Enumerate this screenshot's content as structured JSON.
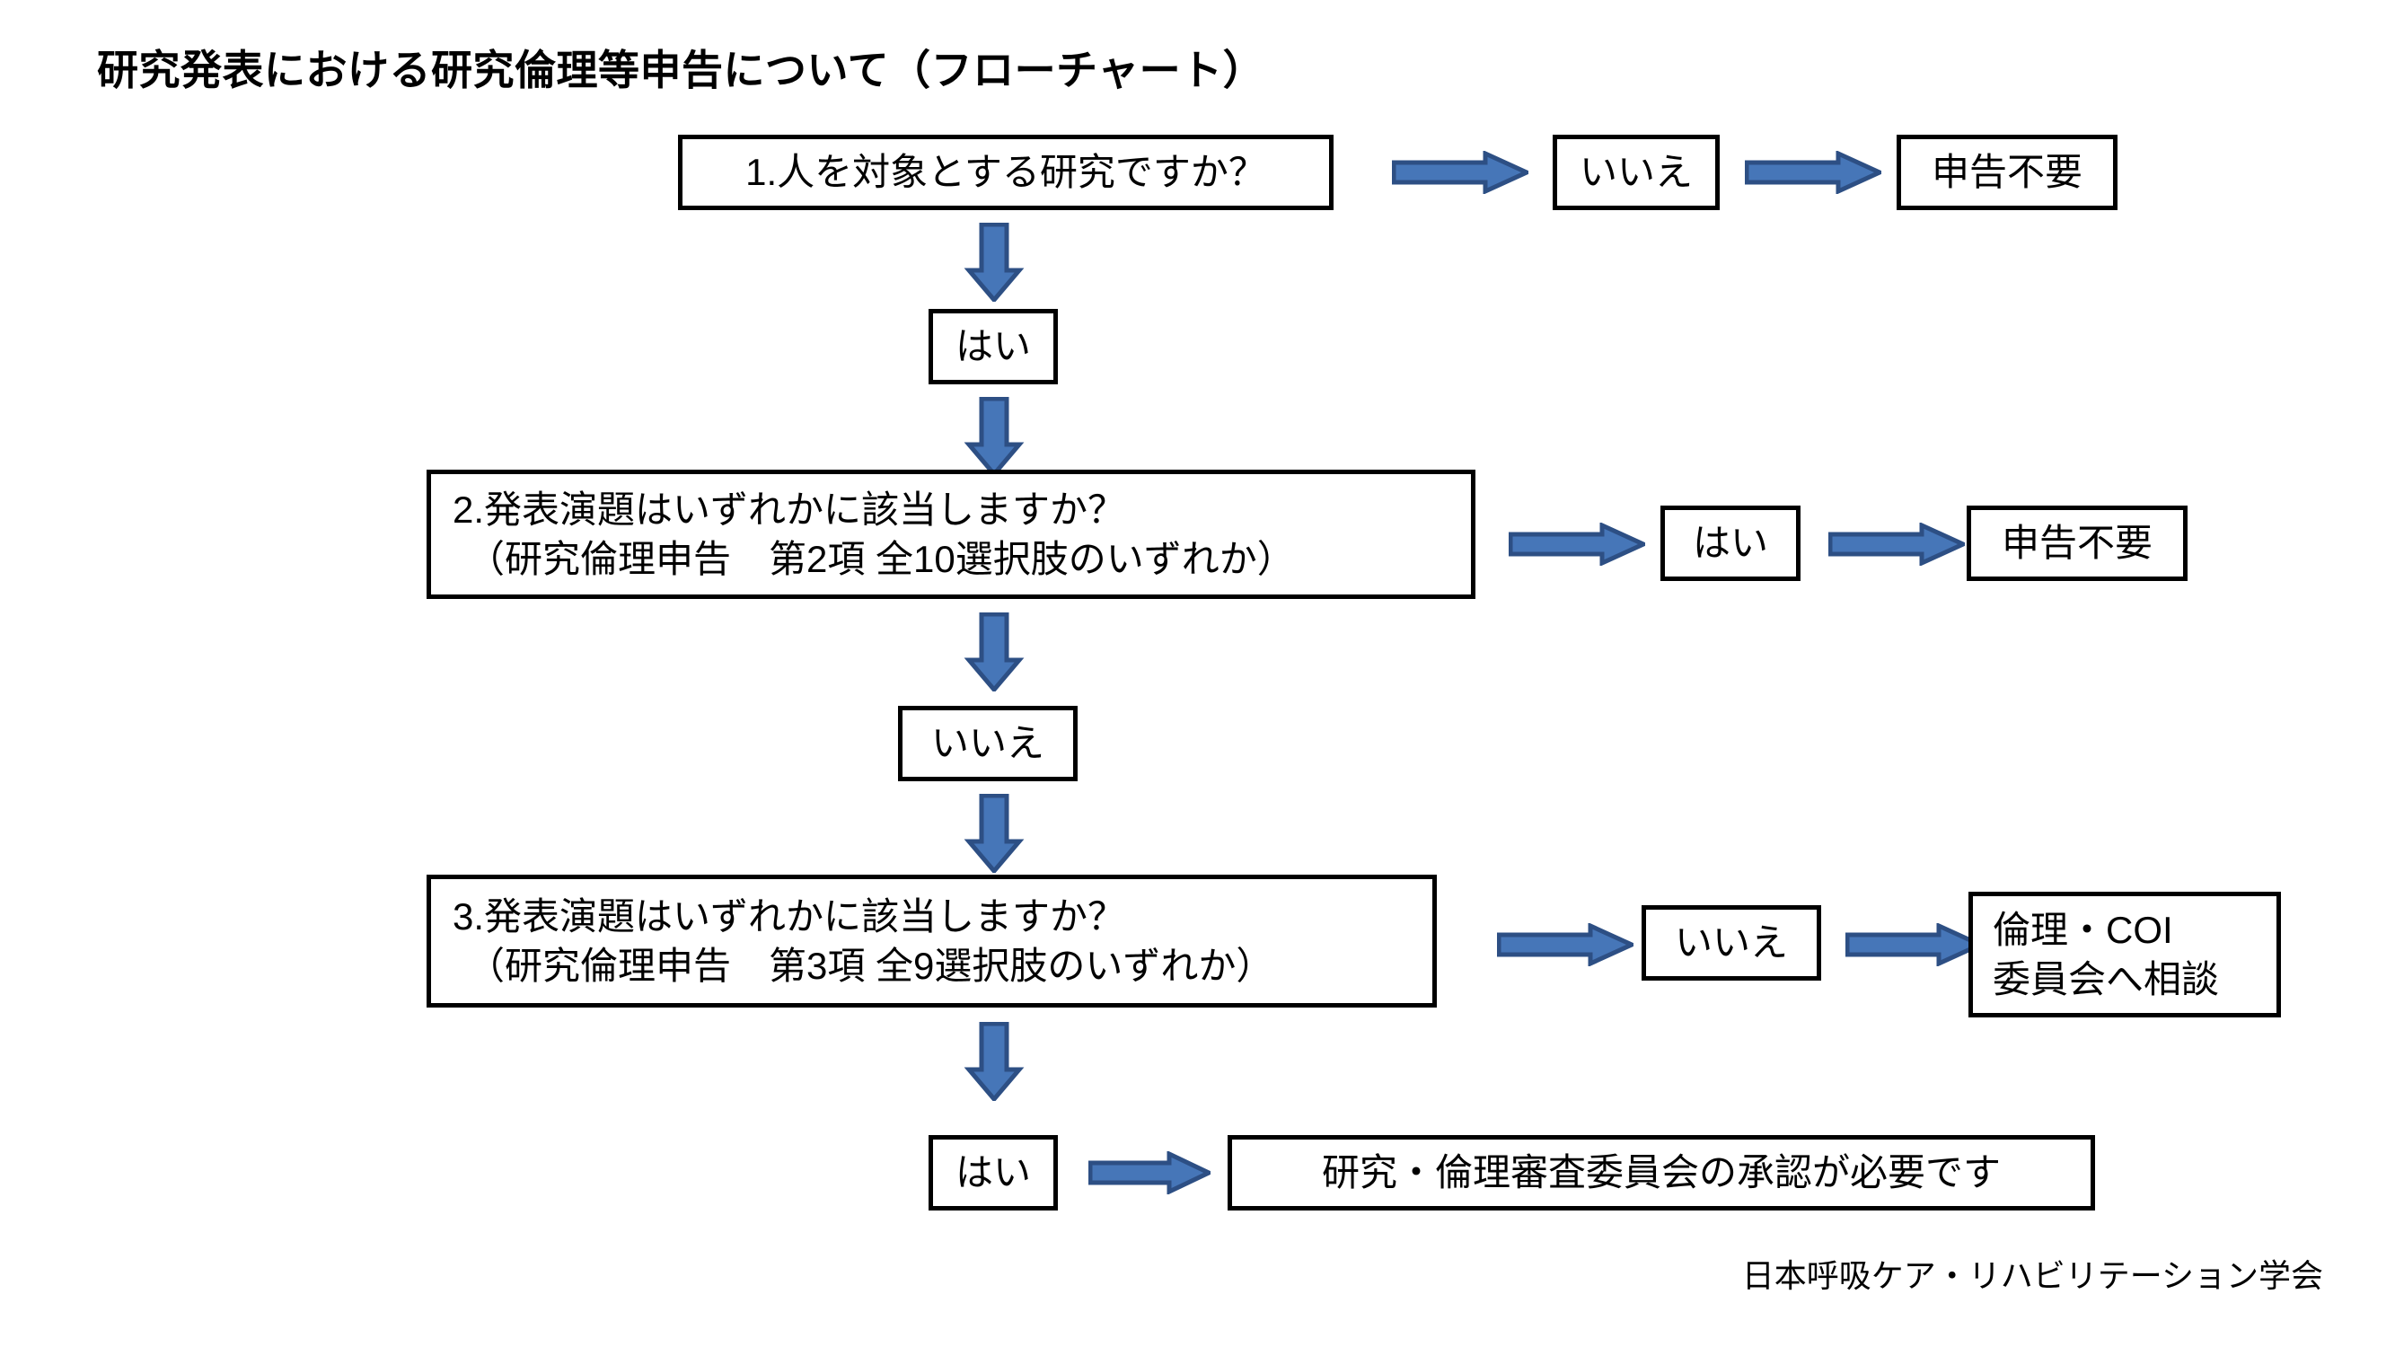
{
  "page": {
    "title": "研究発表における研究倫理等申告について（フローチャート）",
    "footer": "日本呼吸ケア・リハビリテーション学会",
    "background": "#ffffff",
    "box_border_color": "#000000",
    "arrow_fill": "#4676b8",
    "arrow_stroke": "#2d4f84"
  },
  "flowchart": {
    "type": "flowchart",
    "nodes": {
      "q1": {
        "label": "1.人を対象とする研究ですか？"
      },
      "no1": {
        "label": "いいえ"
      },
      "none1": {
        "label": "申告不要"
      },
      "yes1": {
        "label": "はい"
      },
      "q2": {
        "line1": "2.発表演題はいずれかに該当しますか？",
        "line2": "（研究倫理申告　第2項 全10選択肢のいずれか）"
      },
      "yes2": {
        "label": "はい"
      },
      "none2": {
        "label": "申告不要"
      },
      "no2": {
        "label": "いいえ"
      },
      "q3": {
        "line1": "3.発表演題はいずれかに該当しますか？",
        "line2": "（研究倫理申告　第3項 全9選択肢のいずれか）"
      },
      "no3": {
        "label": "いいえ"
      },
      "coi": {
        "line1": "倫理・COI",
        "line2": "委員会へ相談"
      },
      "yes3": {
        "label": "はい"
      },
      "approve": {
        "label": "研究・倫理審査委員会の承認が必要です"
      }
    },
    "arrows": [
      {
        "id": "arrow-r1",
        "from": "q1",
        "to": "no1",
        "direction": "right"
      },
      {
        "id": "arrow-r2",
        "from": "no1",
        "to": "none1",
        "direction": "right"
      },
      {
        "id": "arrow-d1",
        "from": "q1",
        "to": "yes1",
        "direction": "down"
      },
      {
        "id": "arrow-d2",
        "from": "yes1",
        "to": "q2",
        "direction": "down"
      },
      {
        "id": "arrow-r3",
        "from": "q2",
        "to": "yes2",
        "direction": "right"
      },
      {
        "id": "arrow-r4",
        "from": "yes2",
        "to": "none2",
        "direction": "right"
      },
      {
        "id": "arrow-d3",
        "from": "q2",
        "to": "no2",
        "direction": "down"
      },
      {
        "id": "arrow-d4",
        "from": "no2",
        "to": "q3",
        "direction": "down"
      },
      {
        "id": "arrow-r5",
        "from": "q3",
        "to": "no3",
        "direction": "right"
      },
      {
        "id": "arrow-r6",
        "from": "no3",
        "to": "coi",
        "direction": "right"
      },
      {
        "id": "arrow-d5",
        "from": "q3",
        "to": "yes3",
        "direction": "down"
      },
      {
        "id": "arrow-r7",
        "from": "yes3",
        "to": "approve",
        "direction": "right"
      }
    ]
  }
}
